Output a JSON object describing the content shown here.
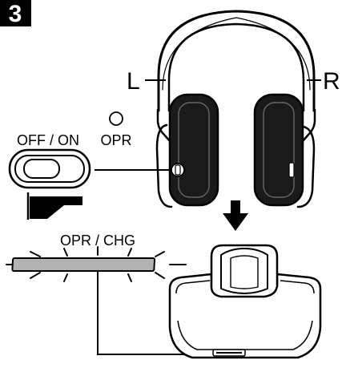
{
  "step": {
    "number": "3"
  },
  "labels": {
    "left": "L",
    "right": "R",
    "off_on": "OFF / ON",
    "opr": "OPR",
    "opr_chg": "OPR / CHG"
  },
  "icons": {
    "step_badge": "step-number-badge",
    "headphones": "headphones-icon",
    "switch": "power-switch-icon",
    "led": "indicator-led-icon",
    "arrow_down": "arrow-down-icon",
    "slide_arrow": "slide-direction-arrow-icon",
    "charger": "charging-stand-icon",
    "glow": "indicator-glow-icon"
  },
  "colors": {
    "line": "#000000",
    "badge_bg": "#000000",
    "badge_text": "#ffffff",
    "cushion": "#1a1a1a",
    "indicator_bar": "#b3b3b3"
  }
}
